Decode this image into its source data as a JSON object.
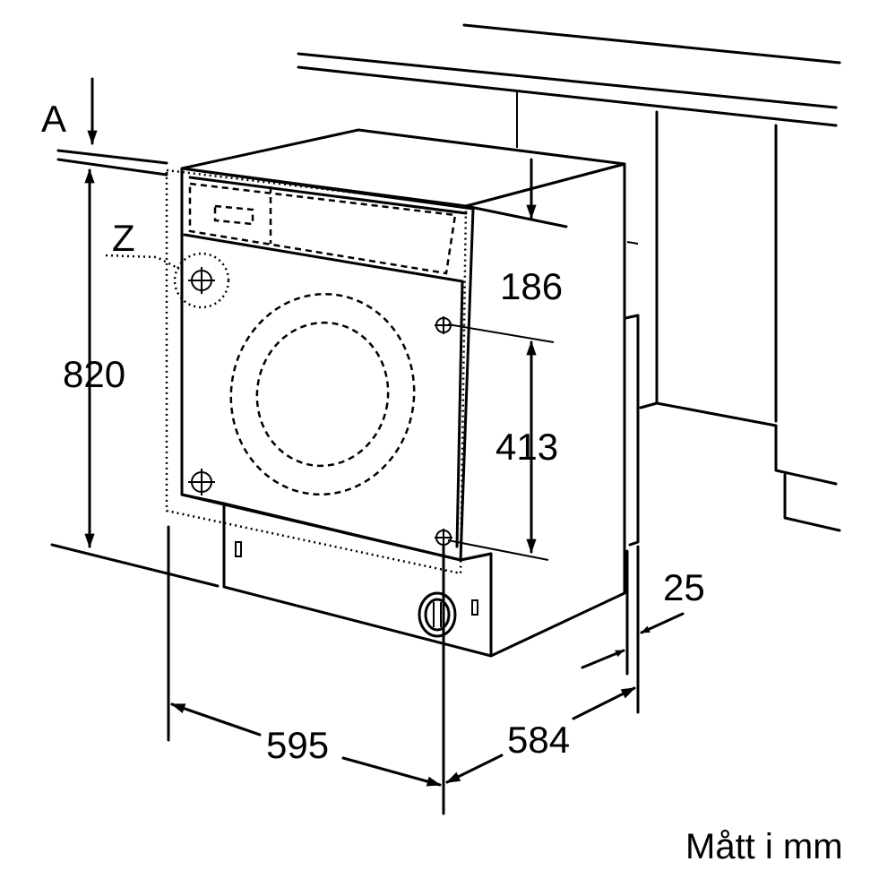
{
  "diagram": {
    "labels": {
      "a": "A",
      "z": "Z",
      "height_total": "820",
      "door_top": "186",
      "hinge_spacing": "413",
      "width": "595",
      "depth": "584",
      "door_gap": "25",
      "units": "Mått i mm"
    }
  }
}
